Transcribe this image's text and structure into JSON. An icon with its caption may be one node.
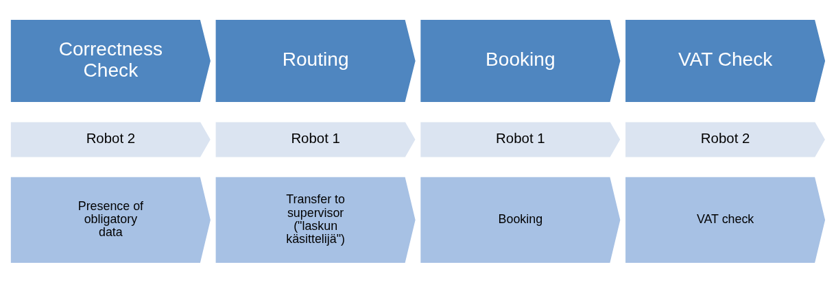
{
  "diagram": {
    "nodes": [
      {
        "text": [
          "Correctness Check"
        ]
      },
      {
        "text": [
          "Routing"
        ]
      },
      {
        "text": [
          "Booking"
        ]
      },
      {
        "text": [
          "VAT Check"
        ]
      },
      {
        "text": [
          "Robot 2"
        ]
      },
      {
        "text": [
          "Robot 1"
        ]
      },
      {
        "text": [
          "Robot 1"
        ]
      },
      {
        "text": [
          "Robot 2"
        ]
      },
      {
        "text": [
          "Presence of obligatory data"
        ]
      },
      {
        "text": [
          "Transfer to supervisor (\"laskun käsittelijä\")"
        ]
      },
      {
        "text": [
          "Booking"
        ]
      },
      {
        "text": [
          "VAT check"
        ]
      }
    ]
  }
}
